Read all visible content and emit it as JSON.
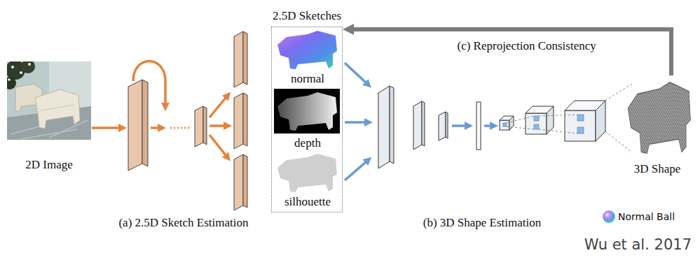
{
  "diagram": {
    "nodes": [
      {
        "text": [
          "2D Image"
        ]
      },
      {
        "text": [
          "2.5D Sketches"
        ]
      },
      {
        "text": [
          "normal"
        ],
        "in": 1
      },
      {
        "text": [
          "depth"
        ],
        "in": 1
      },
      {
        "text": [
          "silhouette"
        ],
        "in": 1
      },
      {
        "text": [
          "3D Shape"
        ]
      }
    ],
    "edges": [
      {
        "from": 5,
        "to": 1,
        "arrow": "to",
        "label": "(c) Reprojection Consistency"
      }
    ],
    "labels": [
      "(a) 2.5D Sketch Estimation",
      "(b) 3D Shape Estimation",
      "Wu et al. 2017"
    ],
    "legend": [
      {
        "text": "Normal Ball"
      }
    ]
  }
}
